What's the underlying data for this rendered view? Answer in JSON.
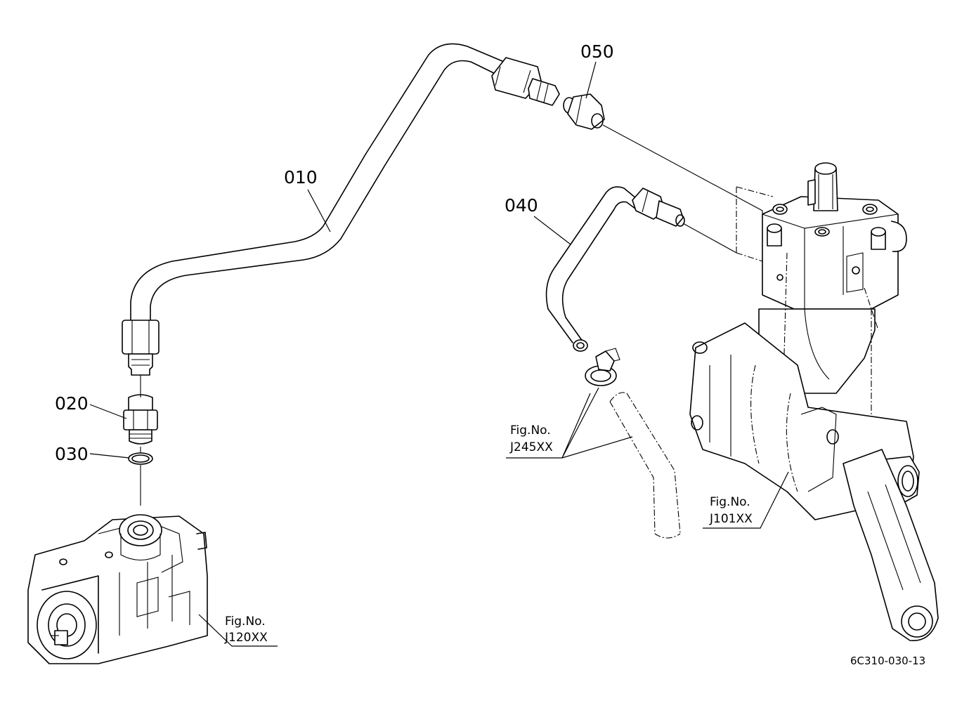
{
  "callouts": {
    "p010": "010",
    "p020": "020",
    "p030": "030",
    "p040": "040",
    "p050": "050"
  },
  "references": {
    "pump": {
      "line1": "Fig.No.",
      "line2": "J120XX"
    },
    "hose": {
      "line1": "Fig.No.",
      "line2": "J245XX"
    },
    "gearbox": {
      "line1": "Fig.No.",
      "line2": "J101XX"
    }
  },
  "drawing_code": "6C310-030-13"
}
